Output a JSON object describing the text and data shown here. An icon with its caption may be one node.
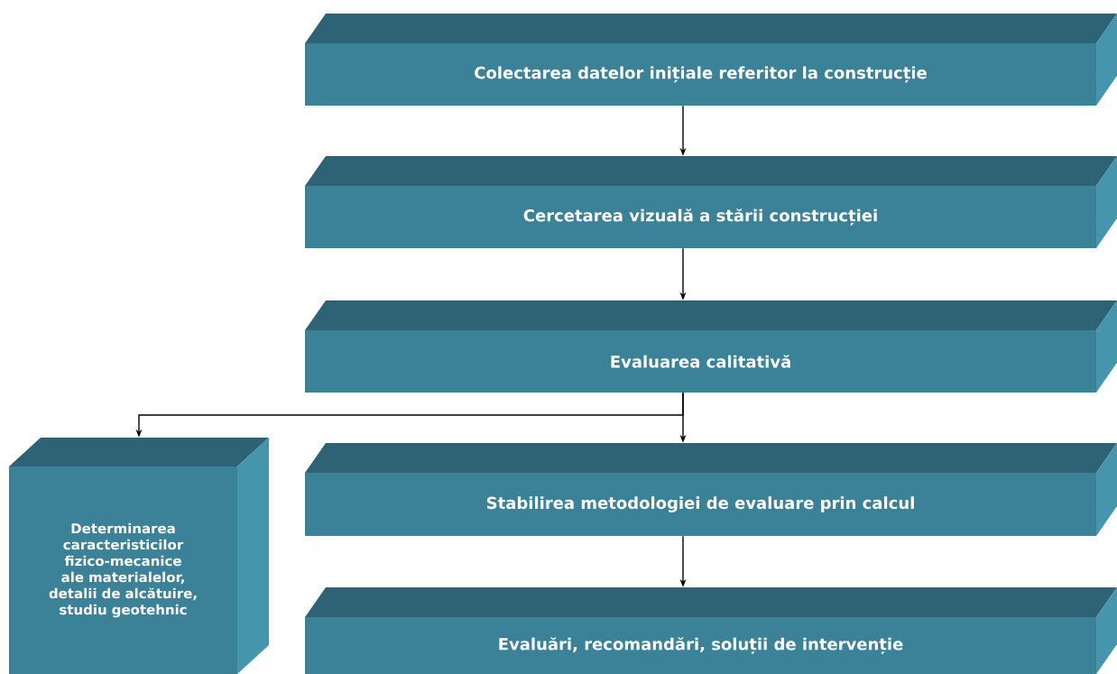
{
  "diagram": {
    "nodes": [
      {
        "text": [
          "Colectarea datelor inițiale referitor la construcție"
        ]
      },
      {
        "text": [
          "Cercetarea vizuală a stării construcției"
        ]
      },
      {
        "text": [
          "Evaluarea calitativă"
        ]
      },
      {
        "text": [
          "Stabilirea metodologiei de evaluare prin calcul"
        ]
      },
      {
        "text": [
          "Evaluări, recomandări, soluții de intervenție"
        ]
      },
      {
        "text": [
          "Determinarea caracteristicilor fizico-mecanice ale materialelor, detalii de alcătuire, studiu geotehnic"
        ]
      }
    ],
    "edges": [
      {
        "from": 0,
        "to": 1,
        "arrow": "to"
      },
      {
        "from": 1,
        "to": 2,
        "arrow": "to"
      },
      {
        "from": 2,
        "to": 3,
        "arrow": "to"
      },
      {
        "from": 2,
        "to": 5,
        "arrow": "to"
      },
      {
        "from": 3,
        "to": 4,
        "arrow": "to"
      }
    ]
  }
}
